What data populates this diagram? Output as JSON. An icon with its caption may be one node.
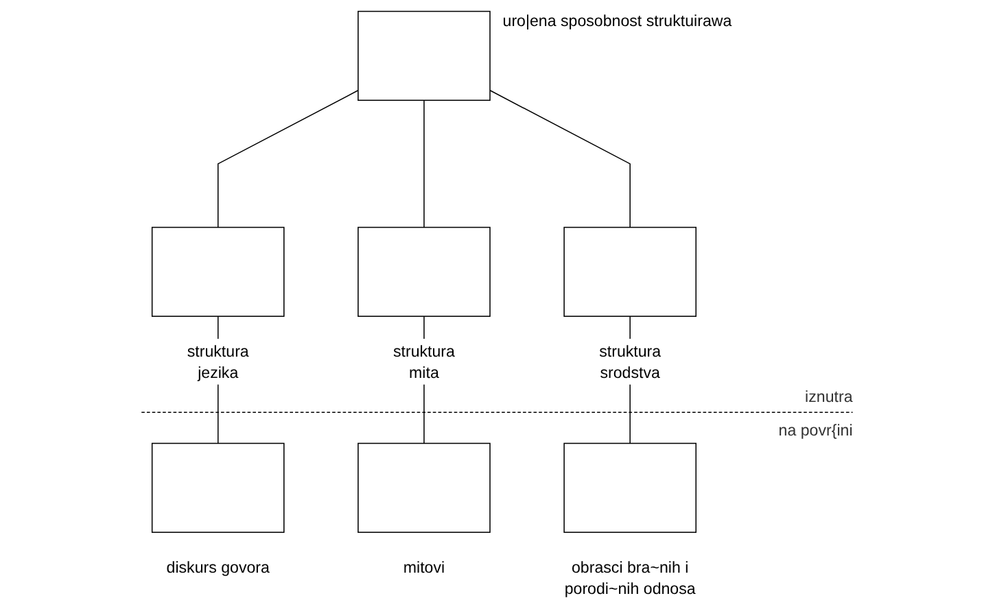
{
  "diagram": {
    "nodes": [
      {
        "text": [],
        "shape": "box",
        "beside": [
          "uro|ena sposobnost struktuirawa"
        ]
      },
      {
        "text": [],
        "shape": "box",
        "beside": [
          "struktura jezika"
        ]
      },
      {
        "text": [],
        "shape": "box",
        "beside": [
          "struktura mita"
        ]
      },
      {
        "text": [],
        "shape": "box",
        "beside": [
          "struktura srodstva"
        ]
      },
      {
        "text": [],
        "shape": "box",
        "beside": [
          "diskurs govora"
        ]
      },
      {
        "text": [],
        "shape": "box",
        "beside": [
          "mitovi"
        ]
      },
      {
        "text": [],
        "shape": "box",
        "beside": [
          "obrasci bra~nih i porodi~nih odnosa"
        ]
      }
    ],
    "edges": [
      {
        "from": 0,
        "to": 1,
        "arrow": "none"
      },
      {
        "from": 0,
        "to": 2,
        "arrow": "none"
      },
      {
        "from": 0,
        "to": 3,
        "arrow": "none"
      },
      {
        "from": 1,
        "to": 4,
        "arrow": "none"
      },
      {
        "from": 2,
        "to": 5,
        "arrow": "none"
      },
      {
        "from": 3,
        "to": 6,
        "arrow": "none"
      }
    ],
    "labels": [
      "iznutra",
      "na povr{ini"
    ]
  }
}
